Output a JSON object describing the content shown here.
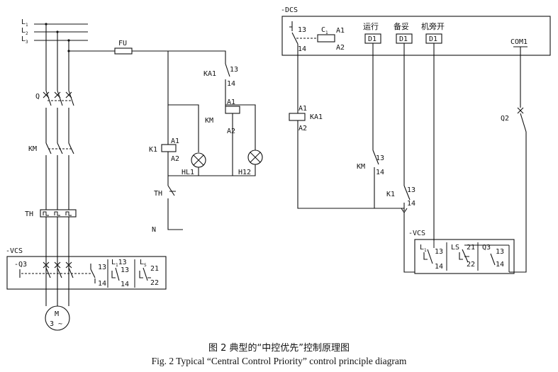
{
  "caption": {
    "zh": "图 2   典型的“中控优先”控制原理图",
    "en": "Fig. 2   Typical  “Central Control Priority”  control principle diagram"
  },
  "labels": {
    "L1": "L",
    "L1_sub": "1",
    "L2": "L",
    "L2_sub": "2",
    "L3": "L",
    "L3_sub": "3",
    "Q": "Q",
    "KM": "KM",
    "TH": "TH",
    "vcs_left": "-VCS",
    "q3": "-Q3",
    "q3_13": "13",
    "q3_14": "14",
    "l1b": "L",
    "l1b_sub": "1",
    "l1b_13": "13",
    "l1b_14": "14",
    "l1b_13b": "13",
    "ls": "L",
    "ls_sub": "S",
    "ls_21": "21",
    "ls_22": "22",
    "motor": "M",
    "motor_phase": "3 ~",
    "fu": "FU",
    "ka1": "KA1",
    "ka1_13": "13",
    "ka1_14": "14",
    "k1": "K1",
    "k1_a1": "A1",
    "k1_a2": "A2",
    "hl1": "HL1",
    "km_coil": "KM",
    "km_a1": "A1",
    "km_a2": "A2",
    "hl2": "H12",
    "th_contact": "TH",
    "n": "N",
    "dcs": "-DCS",
    "dcs_13": "13",
    "dcs_14": "14",
    "c1": "C",
    "c1_sub": "1",
    "c1_a1": "A1",
    "c1_a2": "A2",
    "run": "运行",
    "standby": "备妥",
    "local": "机旁开",
    "d1": "D1",
    "com1": "COM1",
    "ka1_coil": "KA1",
    "ka1_coil_a1": "A1",
    "ka1_coil_a2": "A2",
    "q2": "Q2",
    "km_contact": "KM",
    "km_c13": "13",
    "km_c14": "14",
    "k1_contact": "K1",
    "k1_c13": "13",
    "k1_c14": "14",
    "vcs_right": "-VCS",
    "l1c": "L",
    "l1c_sub": "1",
    "l1c_13": "13",
    "l1c_14": "14",
    "ls_r": "LS",
    "ls_r_21": "21",
    "ls_r_22": "22",
    "q3_r": "Q3",
    "q3_r_13": "13",
    "q3_r_14": "14"
  }
}
